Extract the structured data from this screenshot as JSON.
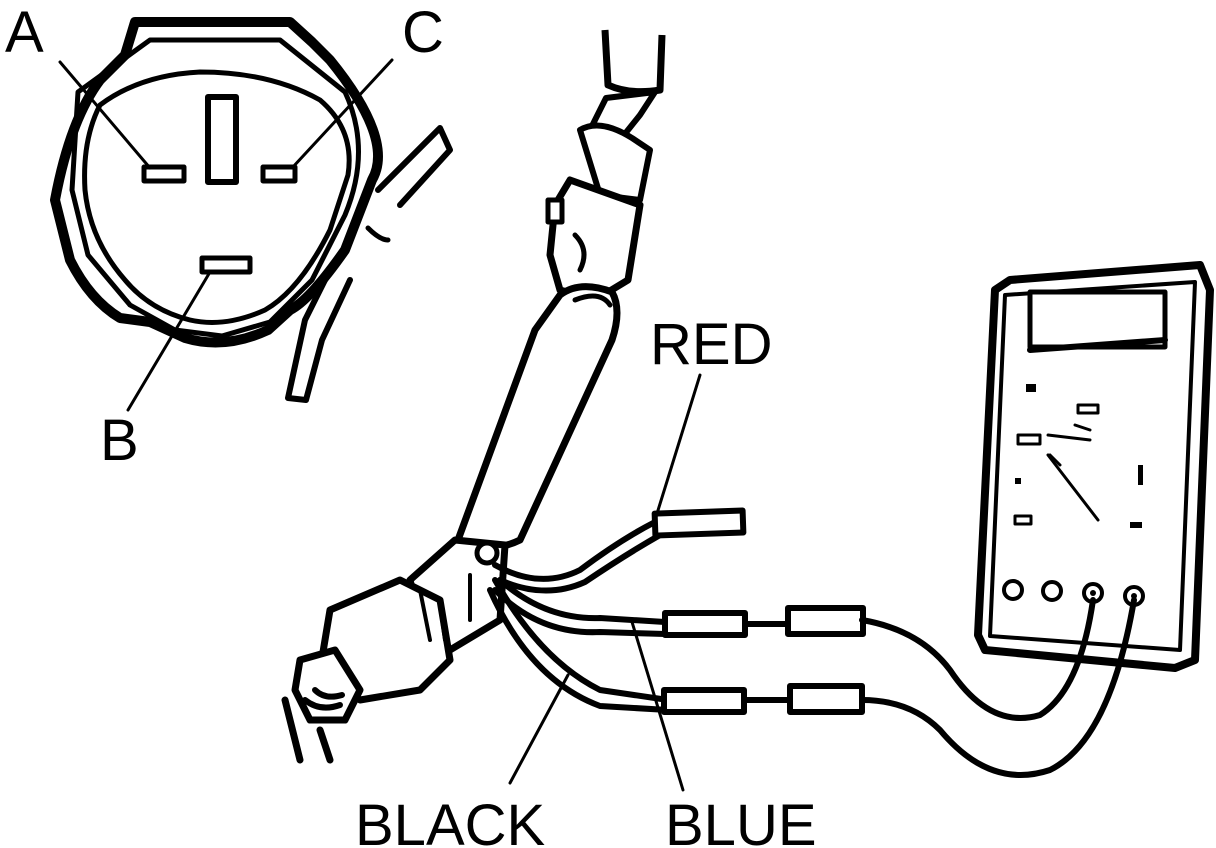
{
  "connector_pins": {
    "pin_a": "A",
    "pin_b": "B",
    "pin_c": "C"
  },
  "wires": {
    "red": "RED",
    "black": "BLACK",
    "blue": "BLUE"
  }
}
